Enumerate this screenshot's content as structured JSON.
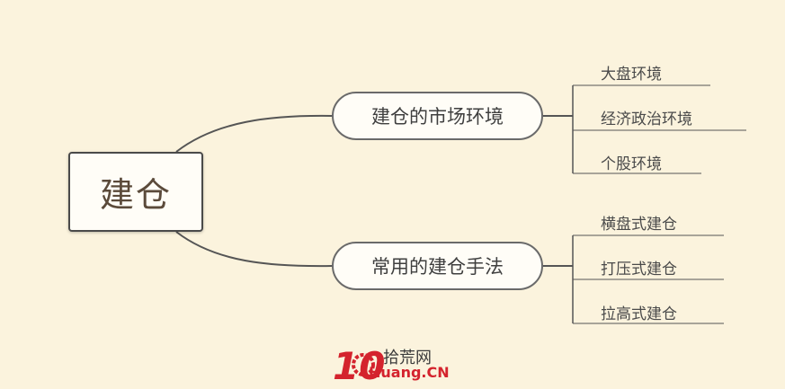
{
  "root": {
    "label": "建仓"
  },
  "branches": [
    {
      "label": "建仓的市场环境",
      "children": [
        "大盘环境",
        "经济政治环境",
        "个股环境"
      ]
    },
    {
      "label": "常用的建仓手法",
      "children": [
        "横盘式建仓",
        "打压式建仓",
        "拉高式建仓"
      ]
    }
  ],
  "watermark": {
    "logo_text": "10",
    "cn": "拾荒网",
    "en": "Huang.CN"
  },
  "colors": {
    "background": "#fbf3dd",
    "line": "#555555",
    "logo": "#d4232d"
  }
}
